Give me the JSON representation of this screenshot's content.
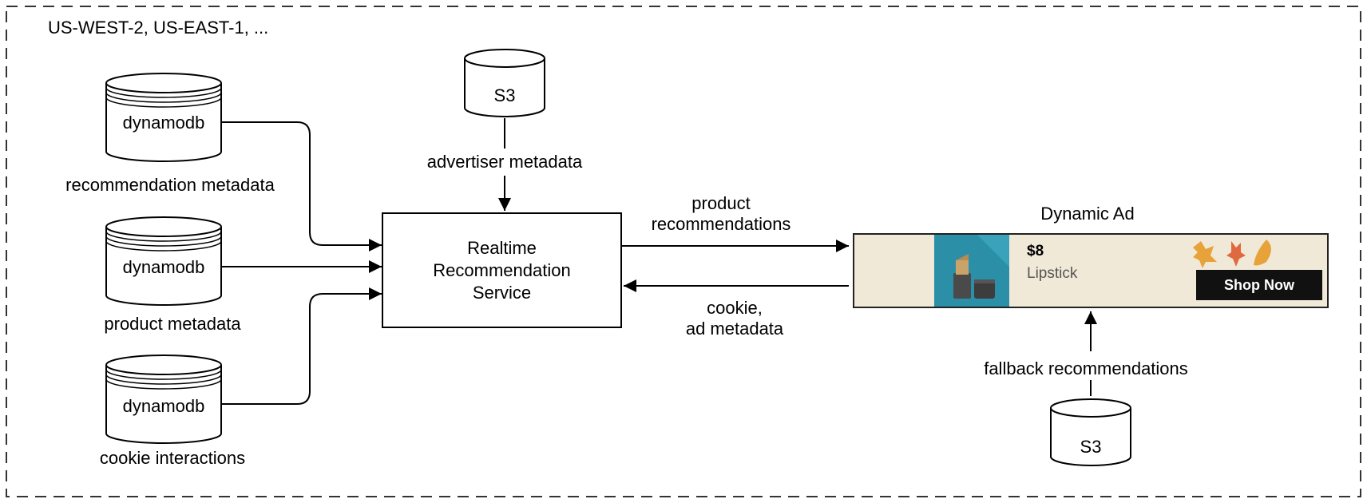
{
  "region_label": "US-WEST-2, US-EAST-1,  ...",
  "databases": [
    {
      "name": "dynamodb",
      "caption": "recommendation metadata"
    },
    {
      "name": "dynamodb",
      "caption": "product metadata"
    },
    {
      "name": "dynamodb",
      "caption": "cookie interactions"
    }
  ],
  "s3_top": {
    "name": "S3",
    "edge_label": "advertiser metadata"
  },
  "s3_bottom": {
    "name": "S3",
    "edge_label": "fallback recommendations"
  },
  "service": {
    "line1": "Realtime",
    "line2": "Recommendation",
    "line3": "Service"
  },
  "edges": {
    "to_ad_line1": "product",
    "to_ad_line2": "recommendations",
    "from_ad_line1": "cookie,",
    "from_ad_line2": "ad metadata"
  },
  "dynamic_ad": {
    "title": "Dynamic Ad",
    "price": "$8",
    "product": "Lipstick",
    "button": "Shop Now"
  },
  "colors": {
    "ad_background": "#f1e9d8",
    "ad_image": "#2b8fa8",
    "leaf_orange": "#e8a23a",
    "leaf_red": "#e0693f"
  }
}
